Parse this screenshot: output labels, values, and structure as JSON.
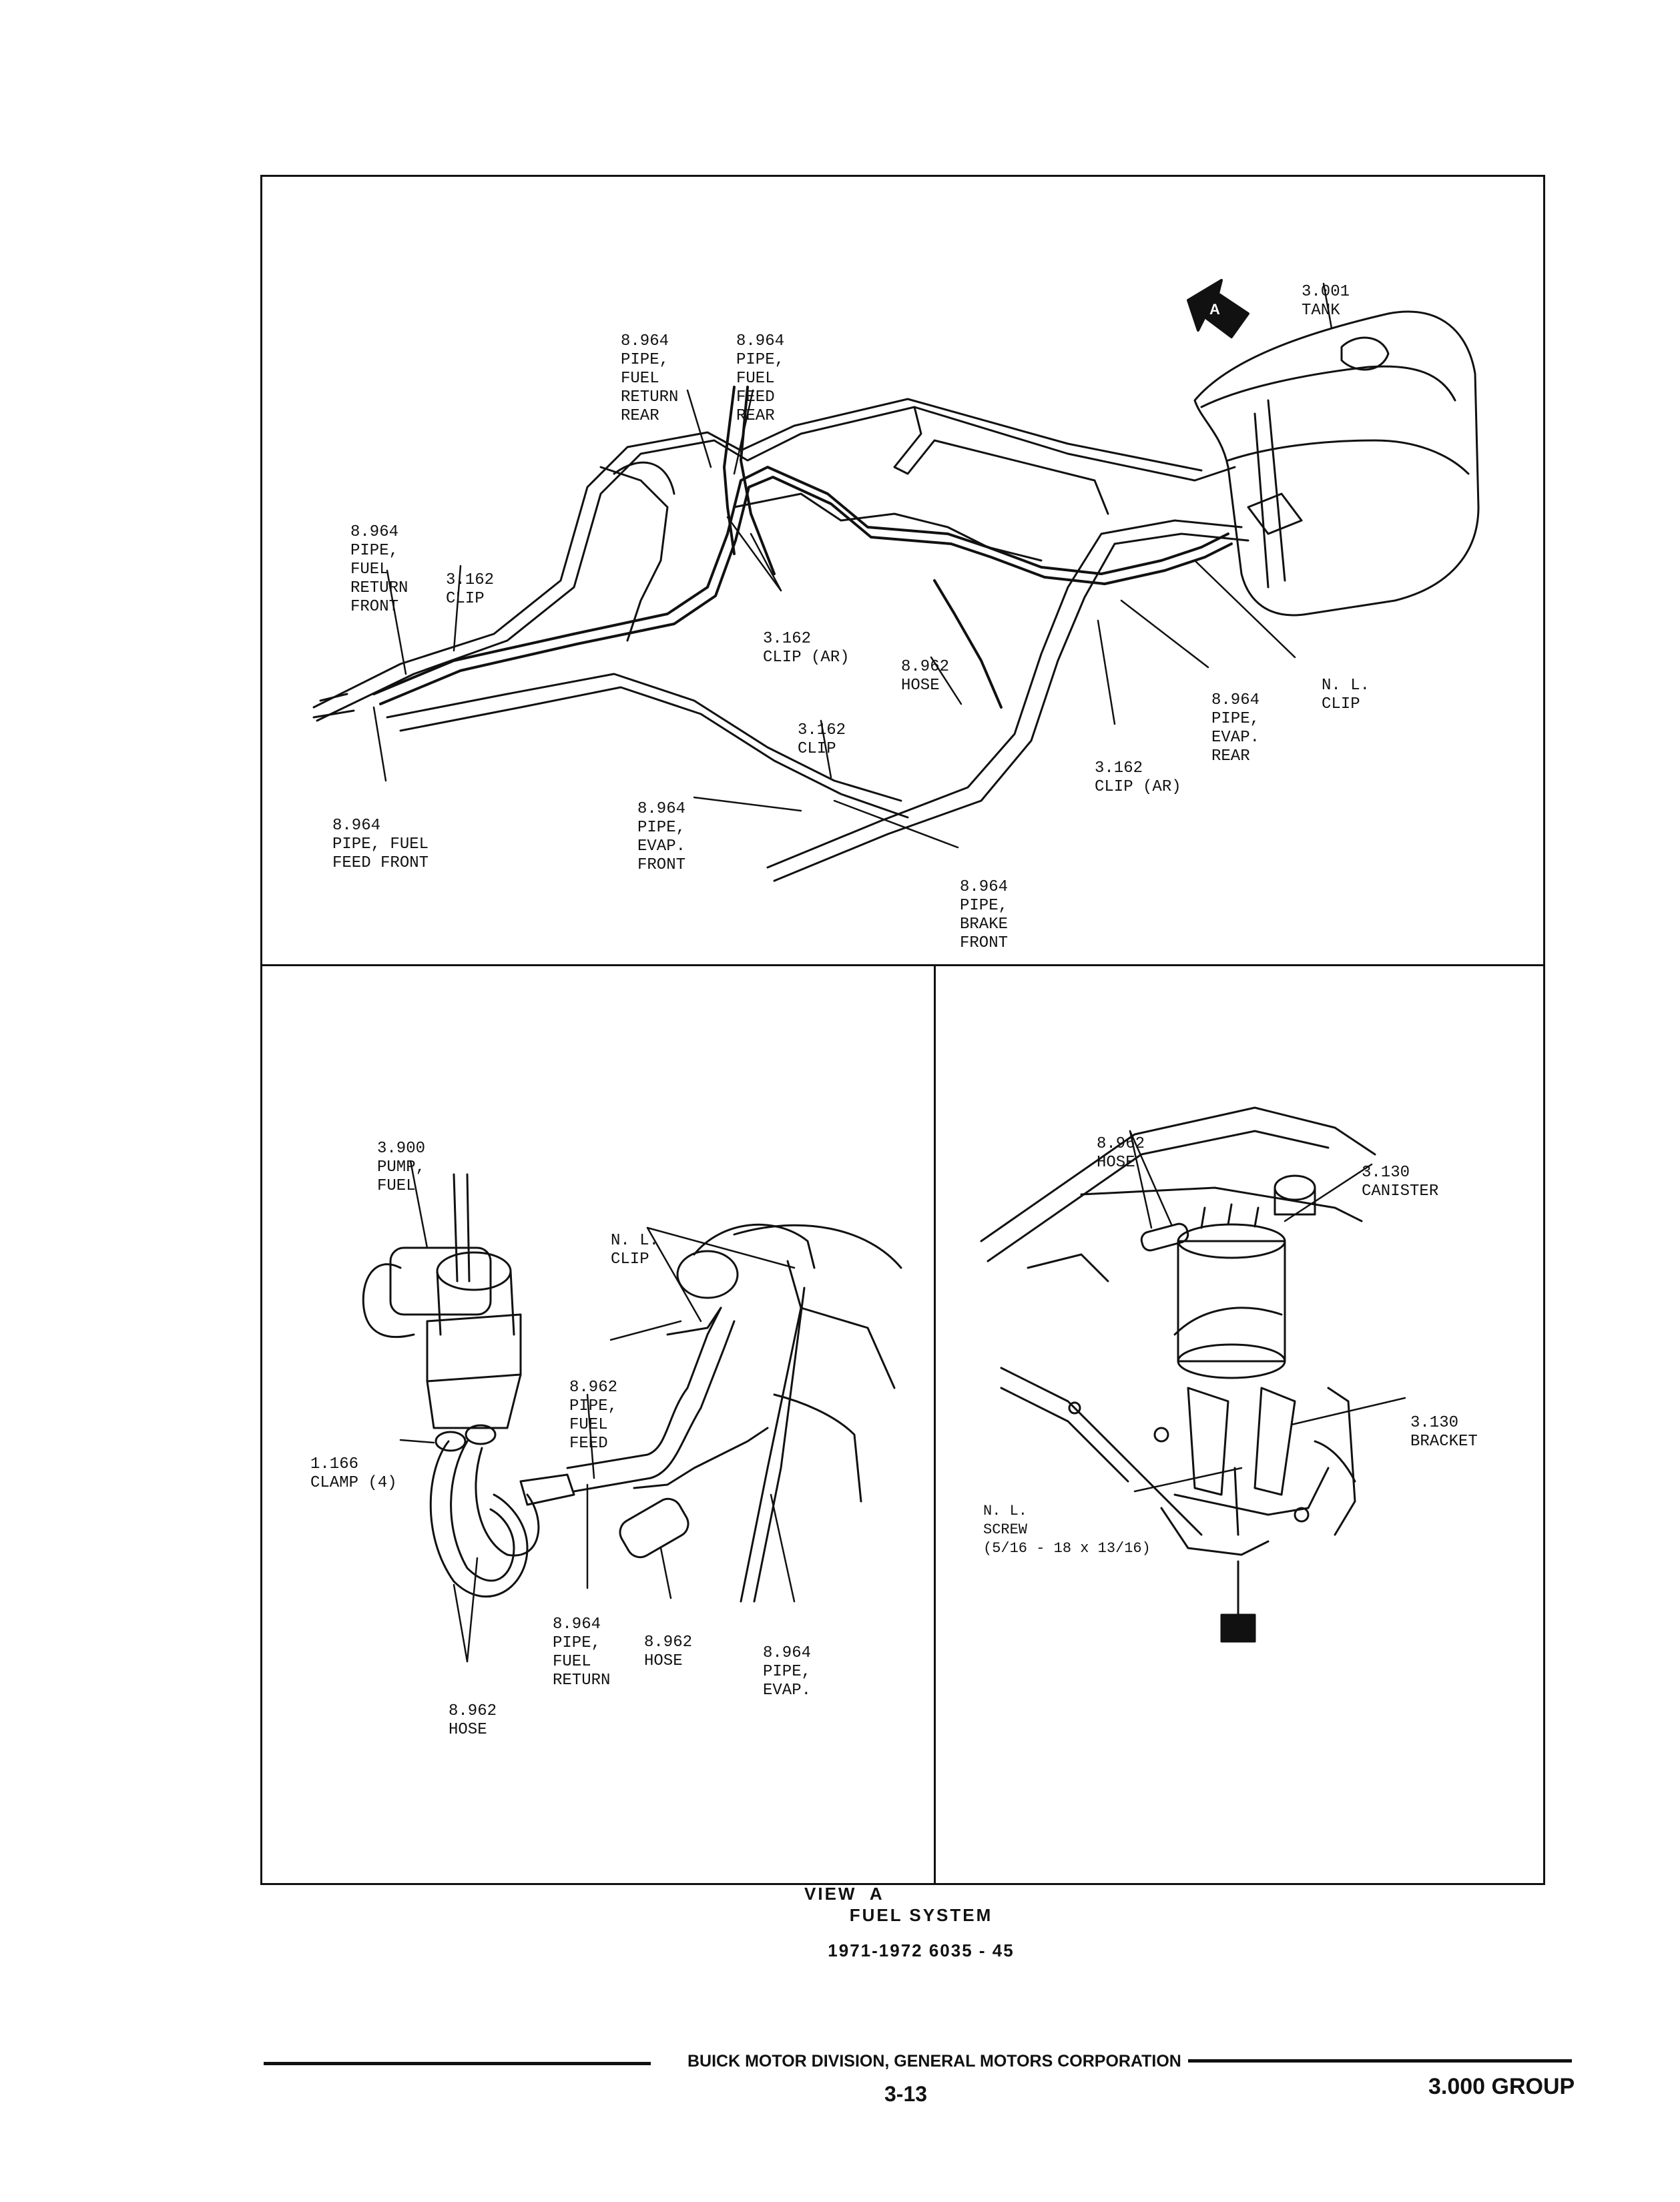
{
  "top_panel": {
    "labels": {
      "tank": [
        "3.001",
        "TANK"
      ],
      "arrow_a": "A",
      "pipe_fuel_return_rear": [
        "8.964",
        "PIPE,",
        "FUEL",
        "RETURN",
        "REAR"
      ],
      "pipe_fuel_feed_rear": [
        "8.964",
        "PIPE,",
        "FUEL",
        "FEED",
        "REAR"
      ],
      "pipe_fuel_return_front": [
        "8.964",
        "PIPE,",
        "FUEL",
        "RETURN",
        "FRONT"
      ],
      "clip_front": [
        "3.162",
        "CLIP"
      ],
      "clip_ar_center": [
        "3.162",
        "CLIP (AR)"
      ],
      "hose_center": [
        "8.962",
        "HOSE"
      ],
      "nl_clip": [
        "N. L.",
        "CLIP"
      ],
      "pipe_evap_rear": [
        "8.964",
        "PIPE,",
        "EVAP.",
        "REAR"
      ],
      "clip_center": [
        "3.162",
        "CLIP"
      ],
      "clip_ar_right": [
        "3.162",
        "CLIP (AR)"
      ],
      "pipe_fuel_feed_front": [
        "8.964",
        "PIPE, FUEL",
        "FEED FRONT"
      ],
      "pipe_evap_front": [
        "8.964",
        "PIPE,",
        "EVAP.",
        "FRONT"
      ],
      "pipe_brake_front": [
        "8.964",
        "PIPE,",
        "BRAKE",
        "FRONT"
      ]
    }
  },
  "view_a_panel": {
    "labels": {
      "pump_fuel": [
        "3.900",
        "PUMP,",
        "FUEL"
      ],
      "nl_clip": [
        "N. L.",
        "CLIP"
      ],
      "pipe_fuel_feed": [
        "8.962",
        "PIPE,",
        "FUEL",
        "FEED"
      ],
      "clamp": [
        "1.166",
        "CLAMP (4)"
      ],
      "pipe_fuel_return": [
        "8.964",
        "PIPE,",
        "FUEL",
        "RETURN"
      ],
      "hose_mid": [
        "8.962",
        "HOSE"
      ],
      "pipe_evap": [
        "8.964",
        "PIPE,",
        "EVAP."
      ],
      "hose_bottom": [
        "8.962",
        "HOSE"
      ]
    },
    "view_title": "VIEW  A"
  },
  "canister_panel": {
    "labels": {
      "hose": [
        "8.962",
        "HOSE"
      ],
      "canister": [
        "3.130",
        "CANISTER"
      ],
      "bracket": [
        "3.130",
        "BRACKET"
      ],
      "screw": [
        "N. L.",
        "SCREW",
        "(5/16 - 18 x 13/16)"
      ]
    }
  },
  "caption": {
    "title": "FUEL SYSTEM",
    "subtitle": "1971-1972 6035  -  45"
  },
  "footer": {
    "division": "BUICK MOTOR DIVISION, GENERAL MOTORS CORPORATION",
    "page_number": "3-13",
    "group": "3.000 GROUP"
  }
}
